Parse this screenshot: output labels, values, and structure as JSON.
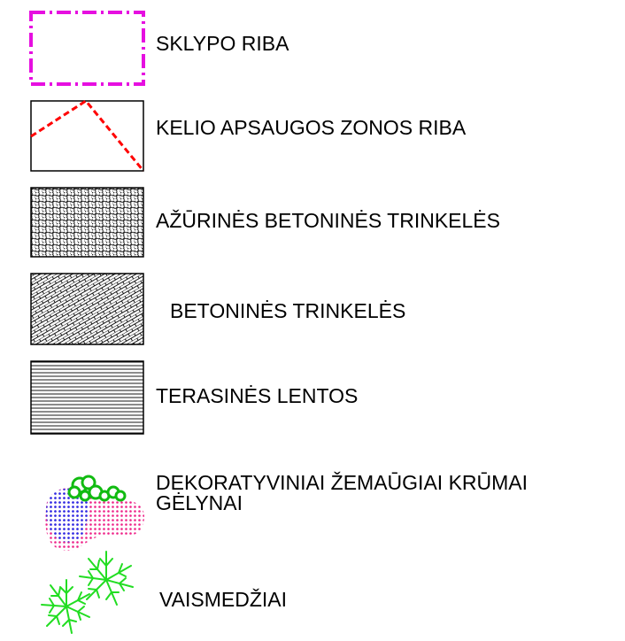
{
  "legend": {
    "items": [
      {
        "key": "plot-boundary",
        "lines": [
          "SKLYPO RIBA"
        ]
      },
      {
        "key": "road-protection-zone",
        "lines": [
          "KELIO APSAUGOS ZONOS RIBA"
        ]
      },
      {
        "key": "openwork-concrete-pavers",
        "lines": [
          "AŽŪRINĖS BETONINĖS TRINKELĖS"
        ]
      },
      {
        "key": "concrete-pavers",
        "lines": [
          "BETONINĖS TRINKELĖS"
        ]
      },
      {
        "key": "terrace-boards",
        "lines": [
          "TERASINĖS LENTOS"
        ]
      },
      {
        "key": "shrubs-flowerbeds",
        "lines": [
          "DEKORATYVINIAI ŽEMAŪGIAI KRŪMAI",
          "GĖLYNAI"
        ]
      },
      {
        "key": "fruit-trees",
        "lines": [
          "VAISMEDŽIAI"
        ]
      }
    ]
  },
  "colors": {
    "plot_boundary": "#e60fe0",
    "road_zone": "#ff0000",
    "hatch": "#000000",
    "shrub_green": "#11bb11",
    "tree_green": "#22dd22",
    "flower_blue": "#2233ee",
    "flower_pink": "#ee2288"
  }
}
